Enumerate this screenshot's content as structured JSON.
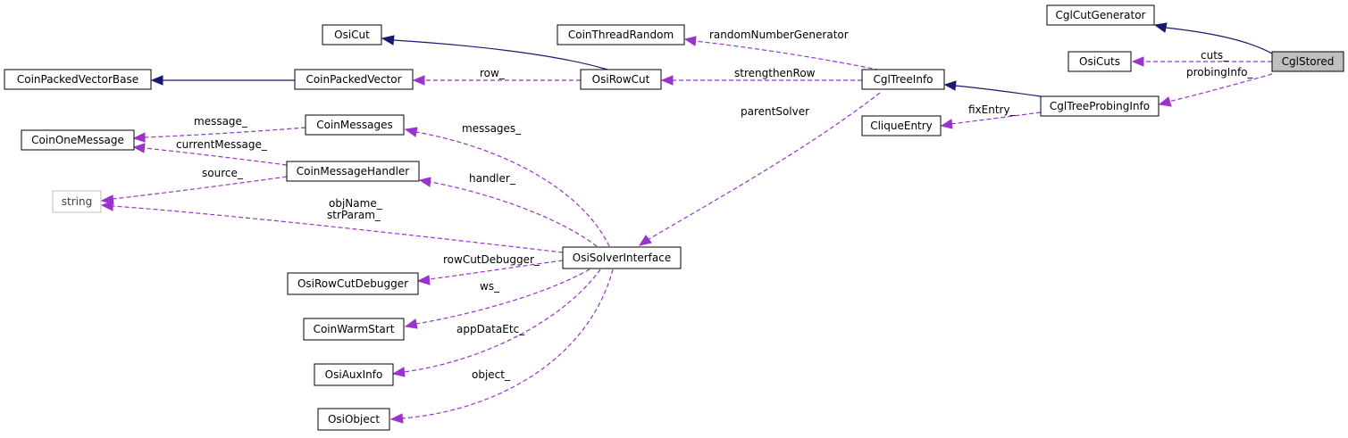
{
  "nodes": {
    "cgl_stored": "CglStored",
    "cgl_cut_generator": "CglCutGenerator",
    "osi_cuts": "OsiCuts",
    "cgl_tree_probing_info": "CglTreeProbingInfo",
    "cgl_tree_info": "CglTreeInfo",
    "clique_entry": "CliqueEntry",
    "coin_thread_random": "CoinThreadRandom",
    "osi_row_cut": "OsiRowCut",
    "osi_cut": "OsiCut",
    "coin_packed_vector": "CoinPackedVector",
    "coin_packed_vector_base": "CoinPackedVectorBase",
    "coin_messages": "CoinMessages",
    "coin_one_message": "CoinOneMessage",
    "coin_message_handler": "CoinMessageHandler",
    "string": "string",
    "osi_solver_interface": "OsiSolverInterface",
    "osi_row_cut_debugger": "OsiRowCutDebugger",
    "coin_warm_start": "CoinWarmStart",
    "osi_aux_info": "OsiAuxInfo",
    "osi_object": "OsiObject"
  },
  "edge_labels": {
    "cuts": "cuts_",
    "probing_info": "probingInfo_",
    "fix_entry": "fixEntry_",
    "random_number_generator": "randomNumberGenerator",
    "strengthen_row": "strengthenRow",
    "parent_solver": "parentSolver",
    "row": "row_",
    "message": "message_",
    "current_message": "currentMessage_",
    "source": "source_",
    "messages": "messages_",
    "handler": "handler_",
    "obj_name": "objName_",
    "str_param": "strParam_",
    "row_cut_debugger": "rowCutDebugger_",
    "ws": "ws_",
    "app_data_etc": "appDataEtc_",
    "object": "object_"
  },
  "colors": {
    "inheritance": "#191970",
    "usage": "#9a32cd",
    "highlight_fill": "#bfbfbf"
  }
}
